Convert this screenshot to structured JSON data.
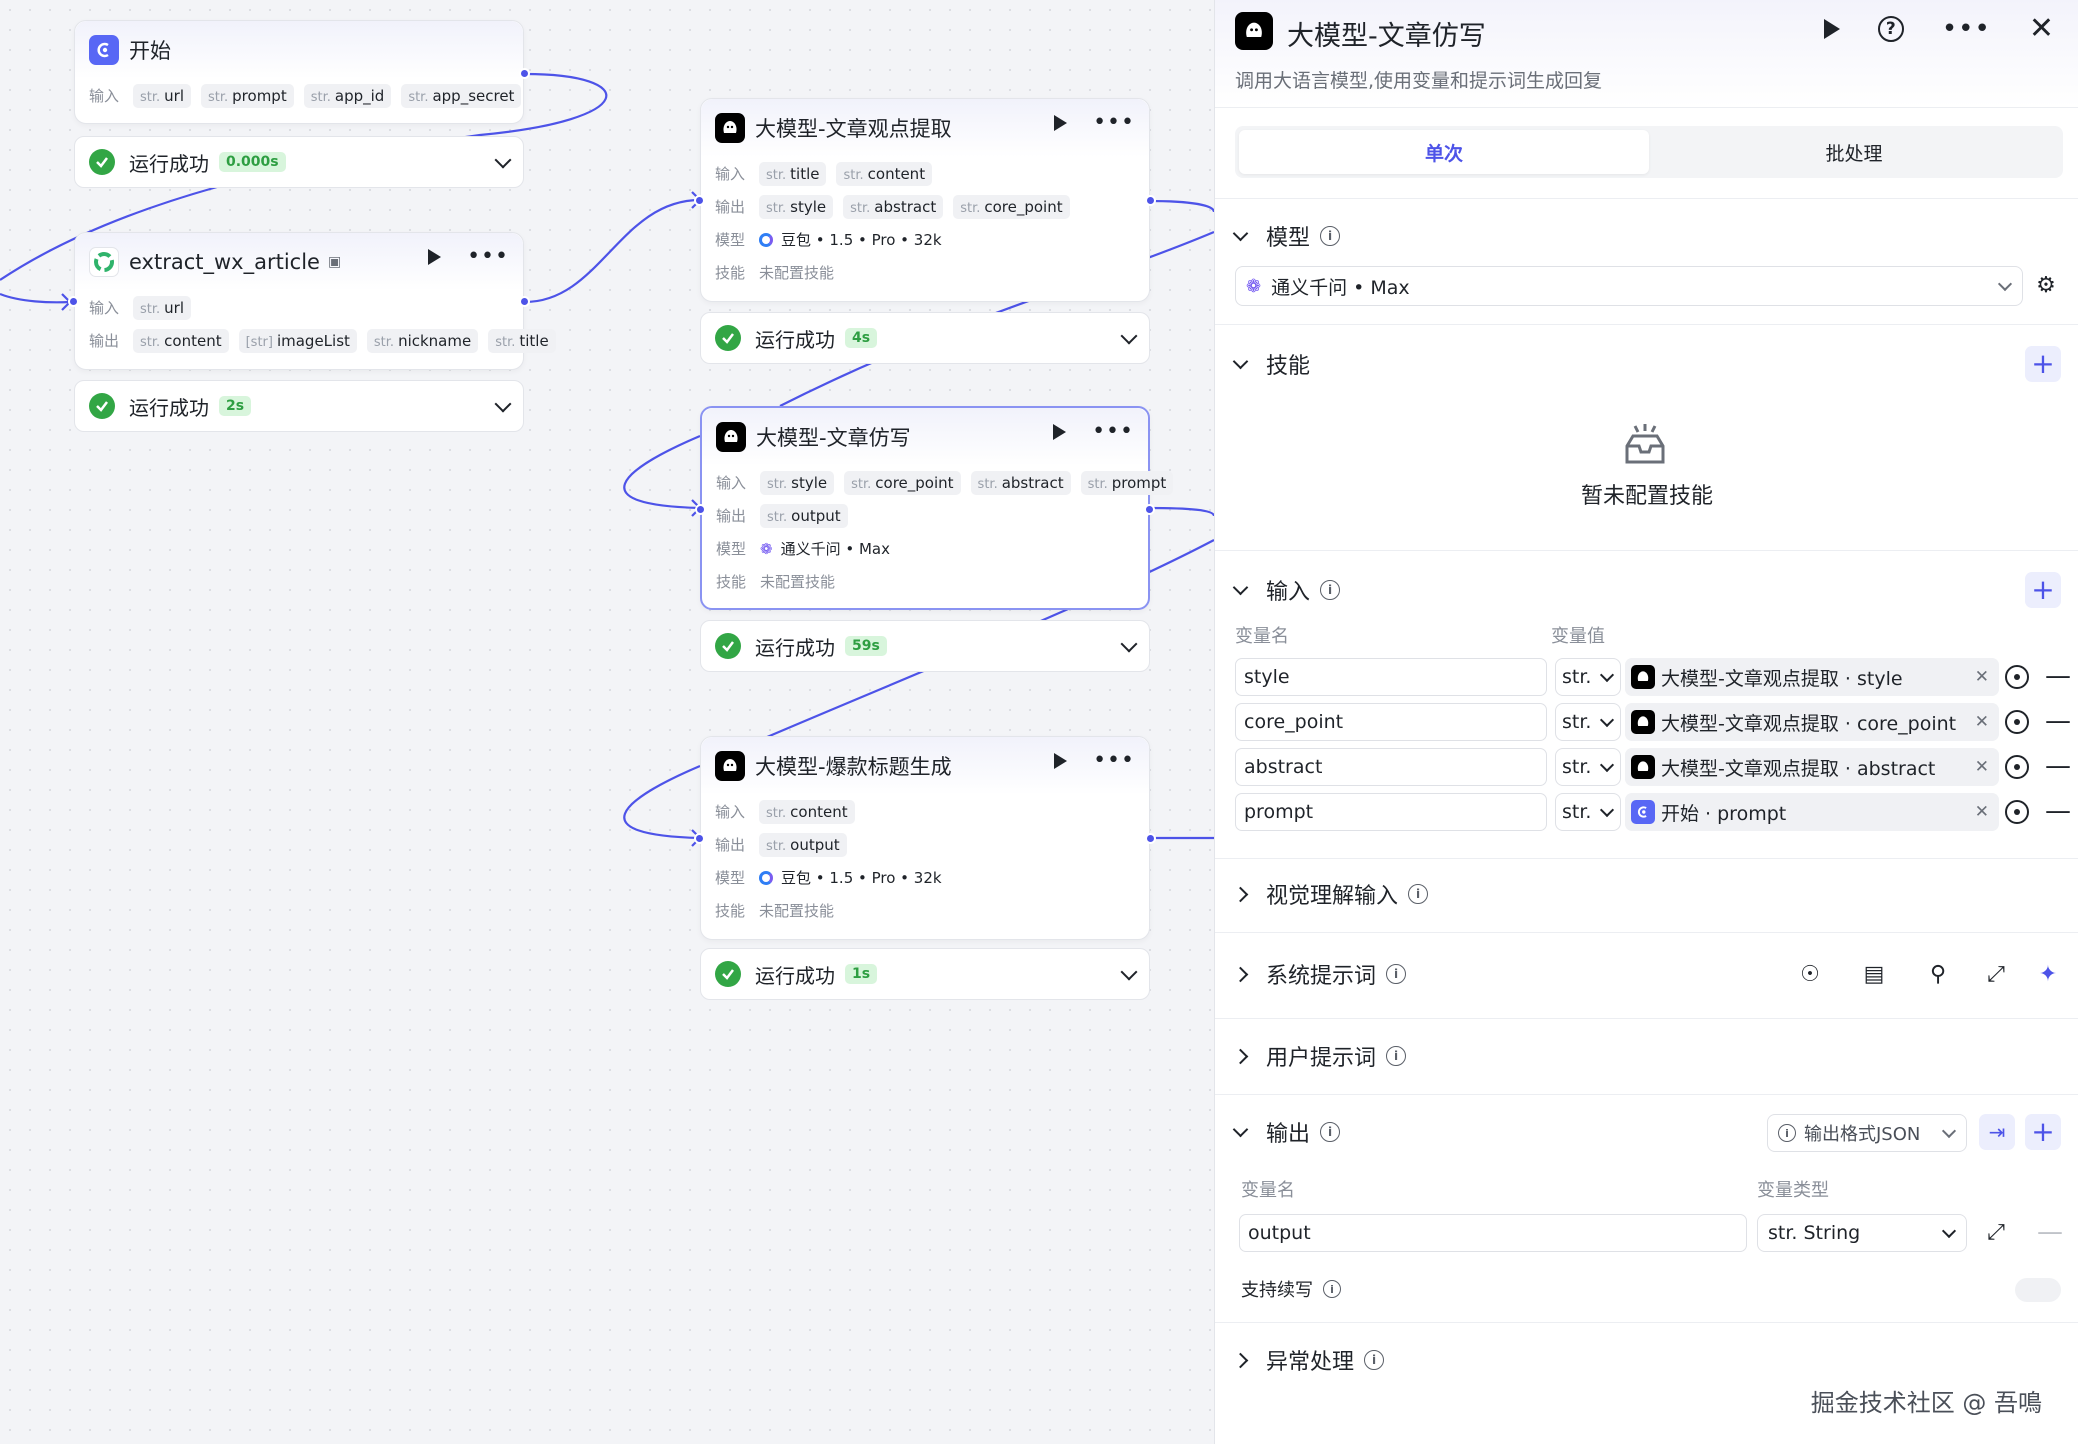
{
  "canvas": {
    "nodes": [
      {
        "id": "start",
        "title": "开始",
        "inputs_label": "输入",
        "inputs": [
          "url",
          "prompt",
          "app_id",
          "app_secret"
        ],
        "status": "运行成功",
        "time": "0.000s"
      },
      {
        "id": "extract",
        "title": "extract_wx_article",
        "inputs_label": "输入",
        "inputs": [
          "url"
        ],
        "outputs_label": "输出",
        "outputs": [
          {
            "t": "str.",
            "n": "content"
          },
          {
            "t": "[str]",
            "n": "imageList"
          },
          {
            "t": "str.",
            "n": "nickname"
          },
          {
            "t": "str.",
            "n": "title"
          }
        ],
        "status": "运行成功",
        "time": "2s"
      },
      {
        "id": "viewpoint",
        "title": "大模型-文章观点提取",
        "inputs_label": "输入",
        "inputs": [
          "title",
          "content"
        ],
        "outputs_label": "输出",
        "outputs": [
          {
            "t": "str.",
            "n": "style"
          },
          {
            "t": "str.",
            "n": "abstract"
          },
          {
            "t": "str.",
            "n": "core_point"
          }
        ],
        "model_label": "模型",
        "model": "豆包 • 1.5 • Pro • 32k",
        "skill_label": "技能",
        "skill": "未配置技能",
        "status": "运行成功",
        "time": "4s"
      },
      {
        "id": "rewrite",
        "title": "大模型-文章仿写",
        "inputs_label": "输入",
        "inputs": [
          "style",
          "core_point",
          "abstract",
          "prompt"
        ],
        "outputs_label": "输出",
        "outputs": [
          {
            "t": "str.",
            "n": "output"
          }
        ],
        "model_label": "模型",
        "model": "通义千问 • Max",
        "skill_label": "技能",
        "skill": "未配置技能",
        "status": "运行成功",
        "time": "59s"
      },
      {
        "id": "headline",
        "title": "大模型-爆款标题生成",
        "inputs_label": "输入",
        "inputs": [
          "content"
        ],
        "outputs_label": "输出",
        "outputs": [
          {
            "t": "str.",
            "n": "output"
          }
        ],
        "model_label": "模型",
        "model": "豆包 • 1.5 • Pro • 32k",
        "skill_label": "技能",
        "skill": "未配置技能",
        "status": "运行成功",
        "time": "1s"
      }
    ],
    "type_prefix": "str."
  },
  "panel": {
    "title": "大模型-文章仿写",
    "description": "调用大语言模型,使用变量和提示词生成回复",
    "tabs": [
      "单次",
      "批处理"
    ],
    "model_section": "模型",
    "model_value": "通义千问 • Max",
    "skill_section": "技能",
    "skill_empty": "暂未配置技能",
    "input_section": "输入",
    "var_name_label": "变量名",
    "var_value_label": "变量值",
    "inputs": [
      {
        "name": "style",
        "type": "str.",
        "ref": "大模型-文章观点提取 · style",
        "src": "llm"
      },
      {
        "name": "core_point",
        "type": "str.",
        "ref": "大模型-文章观点提取 · core_point",
        "src": "llm"
      },
      {
        "name": "abstract",
        "type": "str.",
        "ref": "大模型-文章观点提取 · abstract",
        "src": "llm"
      },
      {
        "name": "prompt",
        "type": "str.",
        "ref": "开始 · prompt",
        "src": "start"
      }
    ],
    "vision_section": "视觉理解输入",
    "system_prompt_section": "系统提示词",
    "user_prompt_section": "用户提示词",
    "output_section": "输出",
    "output_format": "输出格式JSON",
    "out_name_label": "变量名",
    "out_type_label": "变量类型",
    "output_name": "output",
    "output_type": "str. String",
    "continue_label": "支持续写",
    "exception_section": "异常处理"
  },
  "watermark": "掘金技术社区 @ 吾鳴",
  "colors": {
    "accent": "#4d53e8",
    "success": "#32a645",
    "edge": "#4d53e8"
  }
}
